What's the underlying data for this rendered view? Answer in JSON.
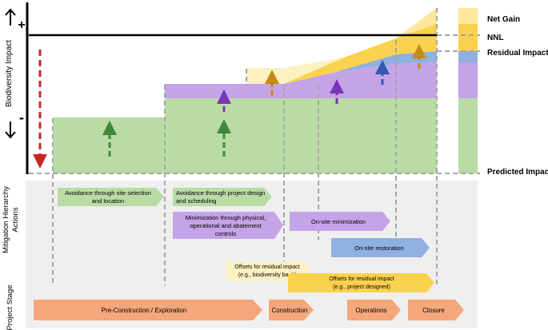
{
  "axis": {
    "y_label": "Biodiversity Impact",
    "plus": "+",
    "minus": "-"
  },
  "levels": {
    "net_gain": "Net Gain",
    "nnl": "NNL",
    "residual_impact": "Residual Impact",
    "predicted_impact": "Predicted Impact"
  },
  "side_labels": {
    "actions": [
      "Mitigation Hierarchy",
      "Actions"
    ],
    "stage": "Project Stage"
  },
  "actions": {
    "avoid_site": [
      "Avoidance through site selection",
      "and location"
    ],
    "avoid_design": [
      "Avoidance through project design",
      "and scheduling"
    ],
    "minimize_controls": [
      "Minimization through physical,",
      "operational and abatement",
      "controls"
    ],
    "onsite_minimization": "On-site minimization",
    "onsite_restoration": "On-site restoration",
    "offsets_bank": [
      "Offsets for residual impact",
      "(e.g., biodiversity bank)"
    ],
    "offsets_project": [
      "Offsets for residual impact",
      "(e.g., project designed)"
    ]
  },
  "stages": {
    "preconstruction": "Pre-Construction / Exploration",
    "construction": "Construction",
    "operations": "Operations",
    "closure": "Closure"
  },
  "colors": {
    "avoidance": "#b9dba4",
    "avoidance_arrow": "#3f8a3a",
    "minimization": "#c4a3e6",
    "minimization_arrow": "#7b35b7",
    "restoration": "#8fb0e0",
    "restoration_arrow": "#2f59ad",
    "offset_bank": "#fdf0c2",
    "offset_project": "#fbd24d",
    "offset_arrow": "#c88a16",
    "stage": "#f4a77a",
    "impact_arrow": "#c62828"
  }
}
